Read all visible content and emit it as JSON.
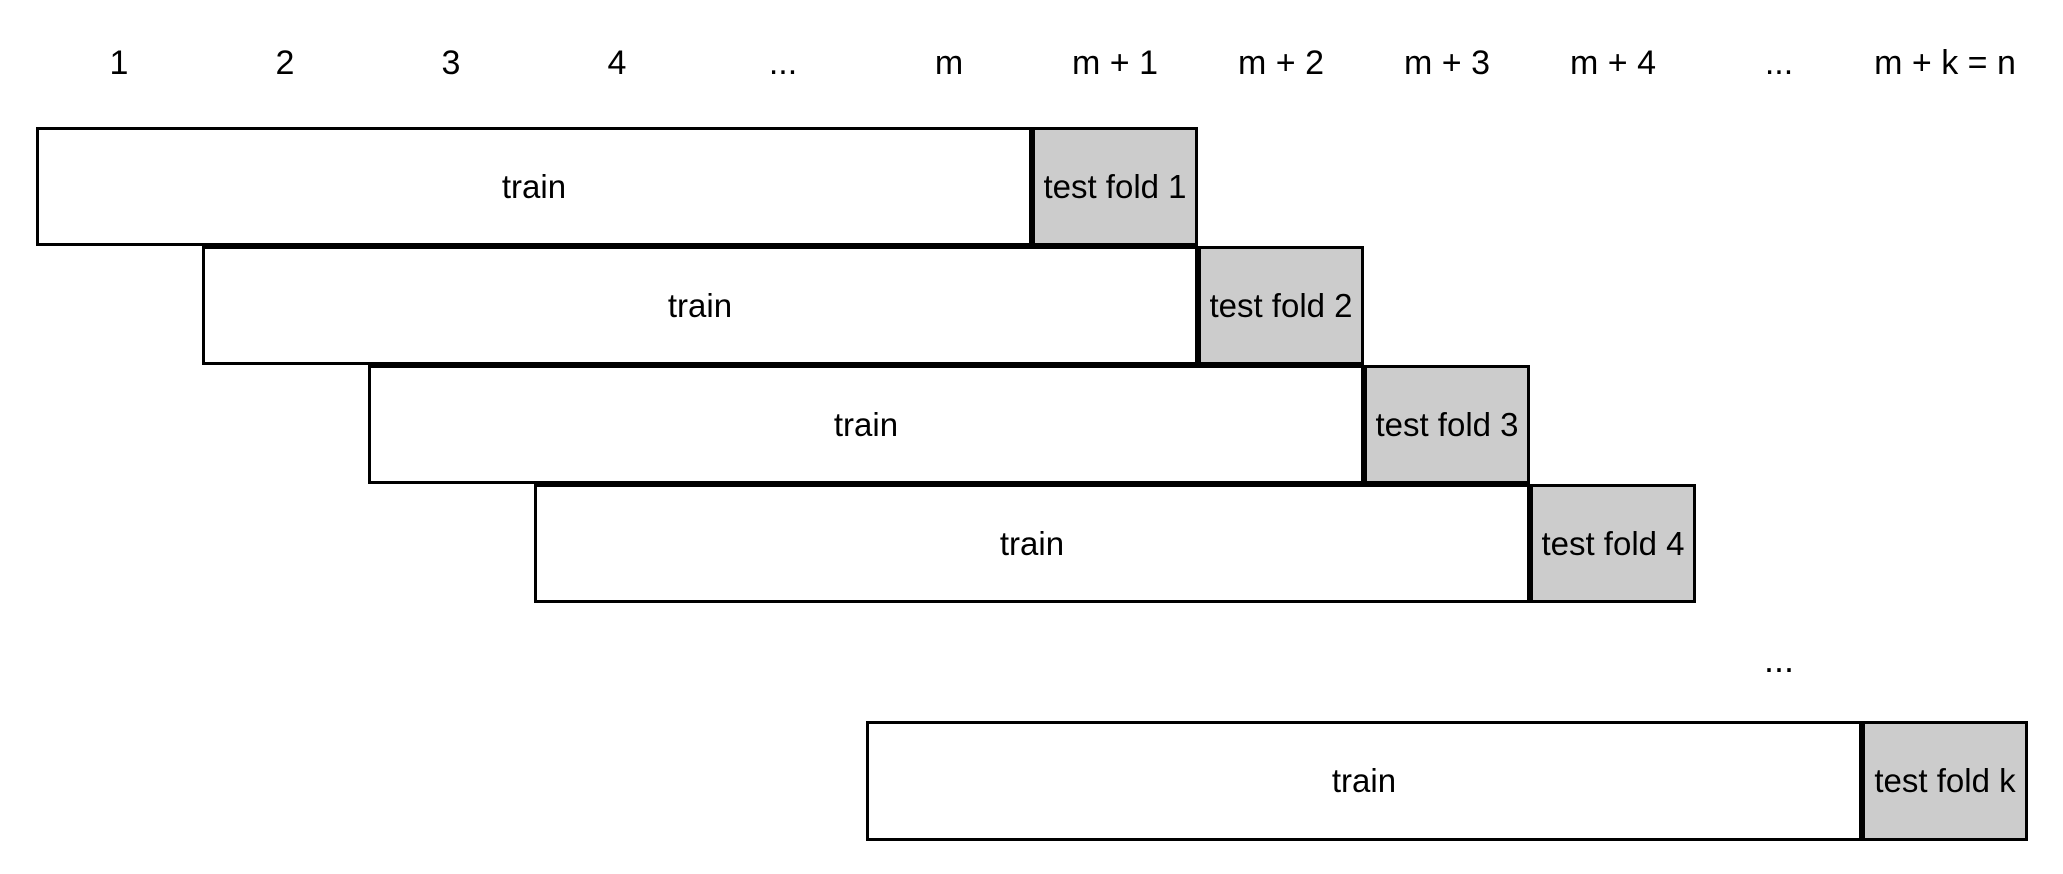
{
  "diagram": {
    "kind": "time-series-cross-validation",
    "columns": [
      "1",
      "2",
      "3",
      "4",
      "...",
      "m",
      "m + 1",
      "m + 2",
      "m + 3",
      "m + 4",
      "...",
      "m + k = n"
    ],
    "folds": [
      {
        "id": "1",
        "train_label": "train",
        "test_label": "test fold 1",
        "train_start_col": 1,
        "train_end_col": 6,
        "test_col": 7,
        "row": 1
      },
      {
        "id": "2",
        "train_label": "train",
        "test_label": "test fold 2",
        "train_start_col": 2,
        "train_end_col": 7,
        "test_col": 8,
        "row": 2
      },
      {
        "id": "3",
        "train_label": "train",
        "test_label": "test fold 3",
        "train_start_col": 3,
        "train_end_col": 8,
        "test_col": 9,
        "row": 3
      },
      {
        "id": "4",
        "train_label": "train",
        "test_label": "test fold 4",
        "train_start_col": 4,
        "train_end_col": 9,
        "test_col": 10,
        "row": 4
      },
      {
        "id": "k",
        "train_label": "train",
        "test_label": "test fold k",
        "train_start_col": 6,
        "train_end_col": 11,
        "test_col": 12,
        "row": "k"
      }
    ],
    "ellipsis": {
      "label": "...",
      "col": 11
    },
    "colors": {
      "background": "#ffffff",
      "train_fill": "#ffffff",
      "test_fill": "#cccccc",
      "border": "#000000",
      "text": "#000000"
    }
  }
}
